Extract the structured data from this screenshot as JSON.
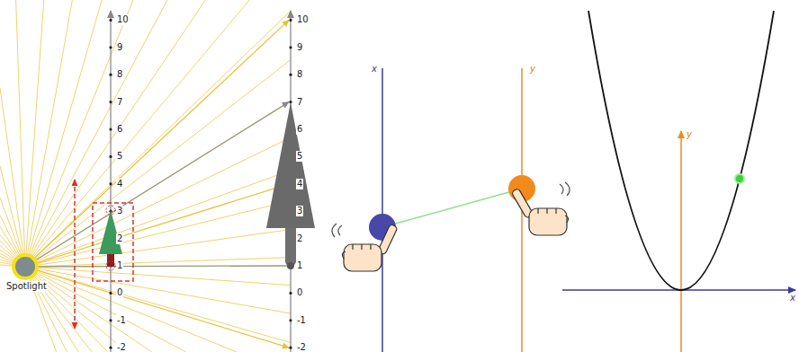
{
  "diagram": {
    "labels": [
      "10",
      "9",
      "8",
      "7",
      "6",
      "5",
      "4",
      "3",
      "2",
      "1",
      "0",
      "-1",
      "-2",
      "10",
      "9",
      "8",
      "7",
      "6",
      "5",
      "4",
      "3",
      "2",
      "1",
      "0",
      "-1",
      "-2",
      "Spotlight",
      "x",
      "y",
      "y",
      "x"
    ]
  }
}
